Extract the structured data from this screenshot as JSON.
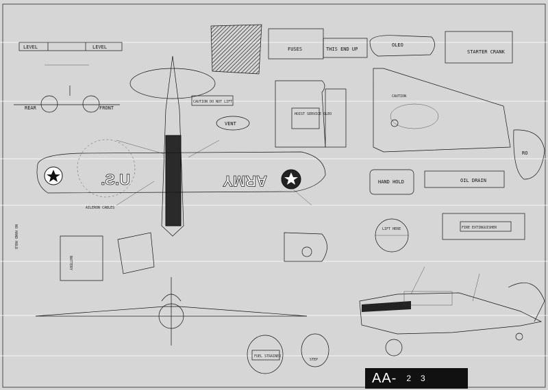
{
  "sheet": {
    "drawing_code": "AA-",
    "sheet_numbers": [
      "2",
      "3"
    ]
  },
  "level_labels": [
    "LEVEL",
    "LEVEL"
  ],
  "rear_front": [
    "REAR",
    "FRONT"
  ],
  "stencils": {
    "fuses": "FUSES",
    "this_end_up": "THIS END UP",
    "oleo": "OLEO",
    "starter_crank": "STARTER CRANK",
    "caution_do_not_lift": "CAUTION DO NOT LIFT",
    "vent": "VENT",
    "hoist_service": "HOIST SERVICE OLEO",
    "caution": "CAUTION",
    "hand_hold": "HAND HOLD",
    "oil_drain": "OIL DRAIN",
    "fire_extinguisher": "FIRE EXTINGUISHER",
    "lift_here": "LIFT HERE",
    "aileron_cables": "AILERON CABLES",
    "no_hand_hold": "NO HAND HOLD",
    "battery": "BATTERY",
    "fuel_strainer": "FUEL STRAINER",
    "step": "STEP",
    "ro": "RO"
  },
  "wing_marking": "ARMY",
  "wing_marking_mirror": "U.S.",
  "colors": {
    "paper": "#d6d6d6",
    "ink": "#111111",
    "titleblock": "#111111"
  }
}
